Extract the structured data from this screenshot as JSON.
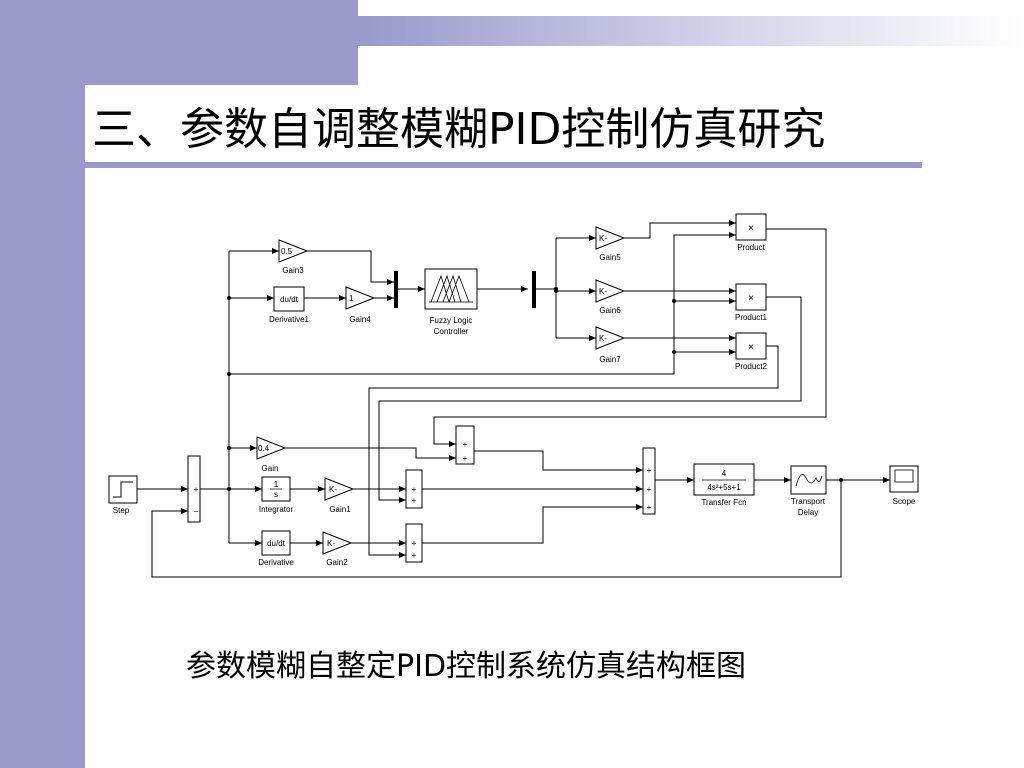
{
  "slide": {
    "title": "三、参数自调整模糊PID控制仿真研究",
    "caption": "参数模糊自整定PID控制系统仿真结构框图",
    "colors": {
      "accent": "#9999cc",
      "line": "#000000",
      "background": "#ffffff"
    }
  },
  "diagram": {
    "blocks": {
      "step": "Step",
      "gain3": {
        "value": "0.5",
        "label": "Gain3"
      },
      "derivative1": {
        "value": "du/dt",
        "label": "Derivative1"
      },
      "gain4": {
        "value": "1",
        "label": "Gain4"
      },
      "fuzzy": {
        "label1": "Fuzzy Logic",
        "label2": "Controller"
      },
      "gain5": {
        "value": "K-",
        "label": "Gain5"
      },
      "gain6": {
        "value": "K-",
        "label": "Gain6"
      },
      "gain7": {
        "value": "K-",
        "label": "Gain7"
      },
      "product": {
        "value": "×",
        "label": "Product"
      },
      "product1": {
        "value": "×",
        "label": "Product1"
      },
      "product2": {
        "value": "×",
        "label": "Product2"
      },
      "gain": {
        "value": "0.4",
        "label": "Gain"
      },
      "integrator": {
        "num": "1",
        "den": "s",
        "label": "Integrator"
      },
      "gain1": {
        "value": "K-",
        "label": "Gain1"
      },
      "derivative": {
        "value": "du/dt",
        "label": "Derivative"
      },
      "gain2": {
        "value": "K-",
        "label": "Gain2"
      },
      "transfer_fcn": {
        "num": "4",
        "den": "4s²+5s+1",
        "label": "Transfer Fcn"
      },
      "transport_delay": {
        "label1": "Transport",
        "label2": "Delay"
      },
      "scope": {
        "label": "Scope"
      }
    },
    "signs": {
      "plus": "+",
      "minus": "−"
    }
  }
}
